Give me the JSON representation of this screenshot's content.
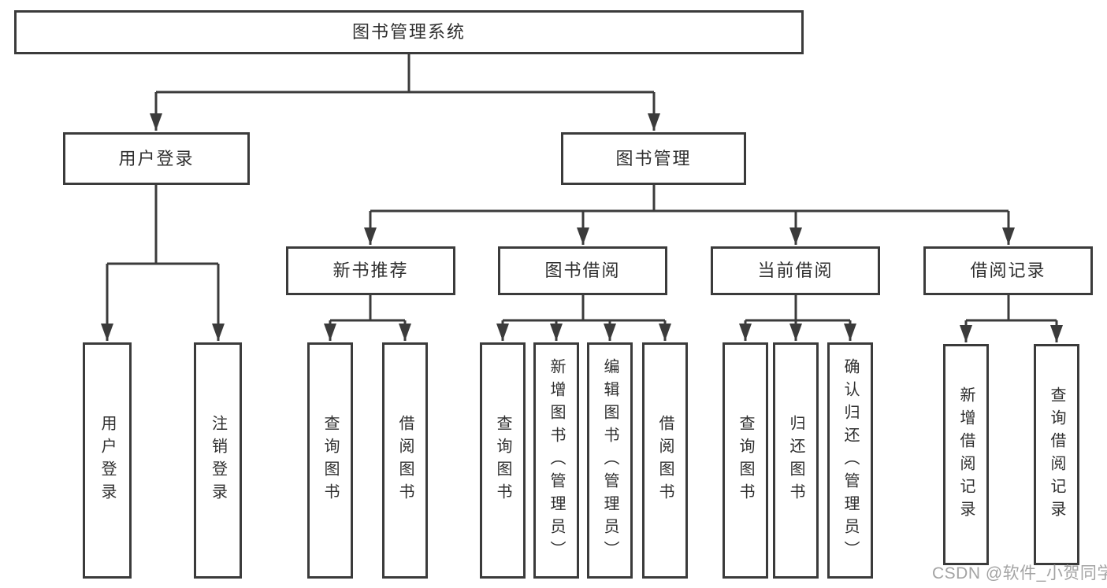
{
  "diagram": {
    "root": {
      "label": "图书管理系统"
    },
    "level1": [
      {
        "label": "用户登录"
      },
      {
        "label": "图书管理"
      }
    ],
    "level2": [
      {
        "label": "新书推荐"
      },
      {
        "label": "图书借阅"
      },
      {
        "label": "当前借阅"
      },
      {
        "label": "借阅记录"
      }
    ],
    "leaves": {
      "user_login": [
        "用户登录",
        "注销登录"
      ],
      "new_books": [
        "查询图书",
        "借阅图书"
      ],
      "book_borrowing": [
        "查询图书",
        "新增图书（管理员）",
        "编辑图书（管理员）",
        "借阅图书"
      ],
      "current_borrowing": [
        "查询图书",
        "归还图书",
        "确认归还（管理员）"
      ],
      "borrow_records": [
        "新增借阅记录",
        "查询借阅记录"
      ]
    }
  },
  "watermark": {
    "text": "CSDN @软件_小贺同学"
  },
  "colors": {
    "line": "#3b3b3b",
    "text": "#2f2f2f",
    "watermark": "#a3a3a3",
    "background": "#ffffff"
  }
}
